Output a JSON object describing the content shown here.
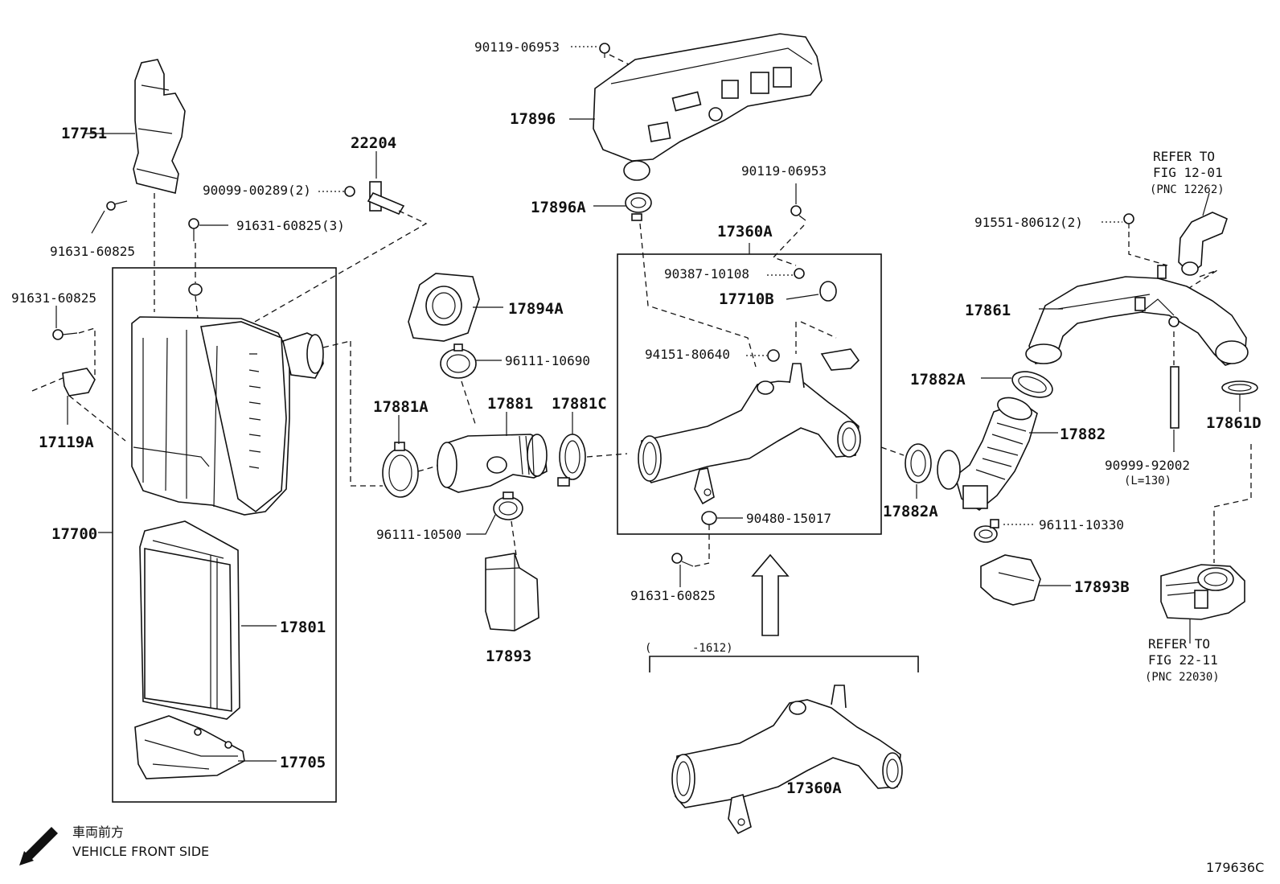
{
  "figure_id": "179636C",
  "direction": {
    "jp": "車両前方",
    "en": "VEHICLE FRONT SIDE"
  },
  "parts": {
    "p17751": "17751",
    "p22204": "22204",
    "p90099_00289": "90099-00289(2)",
    "p91631_60825_a": "91631-60825",
    "p91631_60825_3": "91631-60825(3)",
    "p91631_60825_b": "91631-60825",
    "p17119A": "17119A",
    "p17700": "17700",
    "p17801": "17801",
    "p17705": "17705",
    "p90119_06953_a": "90119-06953",
    "p17896": "17896",
    "p17896A": "17896A",
    "p17894A": "17894A",
    "p96111_10690": "96111-10690",
    "p17881A": "17881A",
    "p17881": "17881",
    "p17881C": "17881C",
    "p96111_10500": "96111-10500",
    "p17893": "17893",
    "p90119_06953_b": "90119-06953",
    "p17360A_top": "17360A",
    "p90387_10108": "90387-10108",
    "p17710B": "17710B",
    "p94151_80640": "94151-80640",
    "p90480_15017": "90480-15017",
    "p91631_60825_c": "91631-60825",
    "p17360A_bottom": "17360A",
    "p91551_80612": "91551-80612(2)",
    "p17861": "17861",
    "p17882A_a": "17882A",
    "p17882": "17882",
    "p17882A_b": "17882A",
    "p96111_10330": "96111-10330",
    "p17893B": "17893B",
    "p90999_92002": "90999-92002",
    "p90999_len": "(L=130)",
    "p17861D": "17861D"
  },
  "references": {
    "ref1_line1": "REFER TO",
    "ref1_line2": "FIG 12-01",
    "ref1_line3": "(PNC 12262)",
    "ref2_line1": "REFER TO",
    "ref2_line2": "FIG 22-11",
    "ref2_line3": "(PNC 22030)"
  },
  "variant_note": "(      -1612)"
}
